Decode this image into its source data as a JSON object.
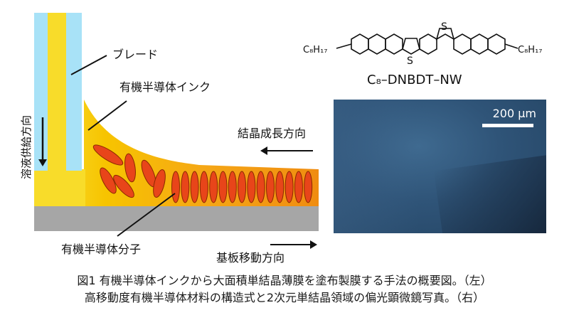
{
  "labels": {
    "blade": "ブレード",
    "solution_supply": "溶液供給方向",
    "ink": "有機半導体インク",
    "crystal_growth": "結晶成長方向",
    "molecule": "有機半導体分子",
    "substrate_move": "基板移動方向"
  },
  "chemistry": {
    "name": "C₈–DNBDT–NW",
    "left_chain": "C₈H₁₇",
    "right_chain": "C₈H₁₇",
    "heteroatom": "S"
  },
  "micrograph": {
    "scale_label": "200 μm"
  },
  "caption": {
    "line1": "図1 有機半導体インクから大面積単結晶薄膜を塗布製膜する手法の概要図。（左）",
    "line2": "高移動度有機半導体材料の構造式と2次元単結晶領域の偏光顕微鏡写真。（右）"
  },
  "colors": {
    "blade": "#a8e2f7",
    "ink": "#f7c400",
    "ink_dark": "#f08c10",
    "molecule": "#e8451a",
    "substrate": "#a6a6a6"
  }
}
